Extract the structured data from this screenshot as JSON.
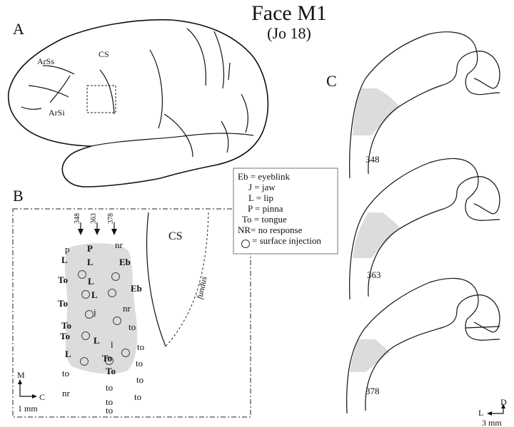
{
  "title": "Face M1",
  "subtitle": "(Jo 18)",
  "panel_a": {
    "label": "A",
    "sulci": {
      "arss": "ArSs",
      "arsi": "ArSi",
      "cs": "CS"
    }
  },
  "panel_b": {
    "label": "B",
    "cs_label": "CS",
    "fundus_label": "fundus",
    "arrows": [
      "348",
      "363",
      "378"
    ],
    "scale": {
      "m": "M",
      "c": "C",
      "bar": "1 mm"
    },
    "points": [
      {
        "text": "p",
        "bold": false
      },
      {
        "text": "P",
        "bold": true
      },
      {
        "text": "nr",
        "bold": false
      },
      {
        "text": "L",
        "bold": true
      },
      {
        "text": "L",
        "bold": true
      },
      {
        "text": "Eb",
        "bold": true
      },
      {
        "text": "To",
        "bold": true
      },
      {
        "text": "L",
        "bold": true
      },
      {
        "text": "L",
        "bold": true
      },
      {
        "text": "Eb",
        "bold": true
      },
      {
        "text": "To",
        "bold": true
      },
      {
        "text": "j",
        "bold": false
      },
      {
        "text": "nr",
        "bold": false
      },
      {
        "text": "To",
        "bold": true
      },
      {
        "text": "to",
        "bold": false
      },
      {
        "text": "To",
        "bold": true
      },
      {
        "text": "L",
        "bold": true
      },
      {
        "text": "l",
        "bold": false
      },
      {
        "text": "to",
        "bold": false
      },
      {
        "text": "L",
        "bold": true
      },
      {
        "text": "To",
        "bold": true
      },
      {
        "text": "to",
        "bold": false
      },
      {
        "text": "to",
        "bold": false
      },
      {
        "text": "To",
        "bold": true
      },
      {
        "text": "to",
        "bold": false
      },
      {
        "text": "nr",
        "bold": false
      },
      {
        "text": "to",
        "bold": false
      },
      {
        "text": "to",
        "bold": false
      },
      {
        "text": "to",
        "bold": false
      },
      {
        "text": "to",
        "bold": false
      }
    ]
  },
  "legend": {
    "items": [
      "Eb = eyeblink",
      "J = jaw",
      "L = lip",
      "P = pinna",
      "To = tongue",
      "NR= no response",
      "= surface injection"
    ]
  },
  "panel_c": {
    "label": "C",
    "sections": [
      "348",
      "363",
      "378"
    ],
    "scale": {
      "d": "D",
      "l": "L",
      "bar": "3 mm"
    }
  }
}
